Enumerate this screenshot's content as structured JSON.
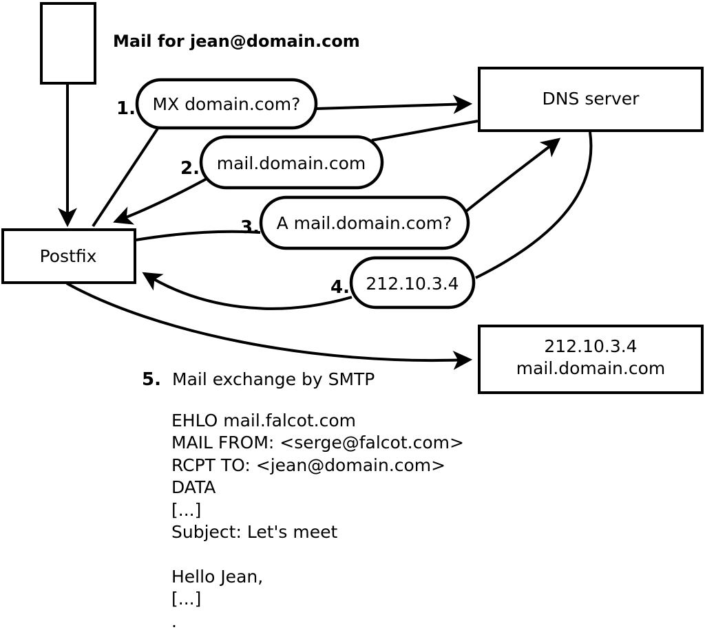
{
  "diagram": {
    "mail_note": "Mail for jean@domain.com",
    "nodes": {
      "postfix": {
        "label": "Postfix"
      },
      "dns_server": {
        "label": "DNS server"
      },
      "mail_server": {
        "line1": "212.10.3.4",
        "line2": "mail.domain.com"
      }
    },
    "steps": [
      {
        "num": "1.",
        "label": "MX domain.com?"
      },
      {
        "num": "2.",
        "label": "mail.domain.com"
      },
      {
        "num": "3.",
        "label": "A mail.domain.com?"
      },
      {
        "num": "4.",
        "label": "212.10.3.4"
      },
      {
        "num": "5.",
        "label": "Mail exchange by SMTP"
      }
    ],
    "smtp_session": "EHLO mail.falcot.com\nMAIL FROM: <serge@falcot.com>\nRCPT TO: <jean@domain.com>\nDATA\n[...]\nSubject: Let's meet\n\nHello Jean,\n[...]\n.",
    "colors": {
      "stroke": "#000000",
      "background": "#ffffff"
    }
  }
}
